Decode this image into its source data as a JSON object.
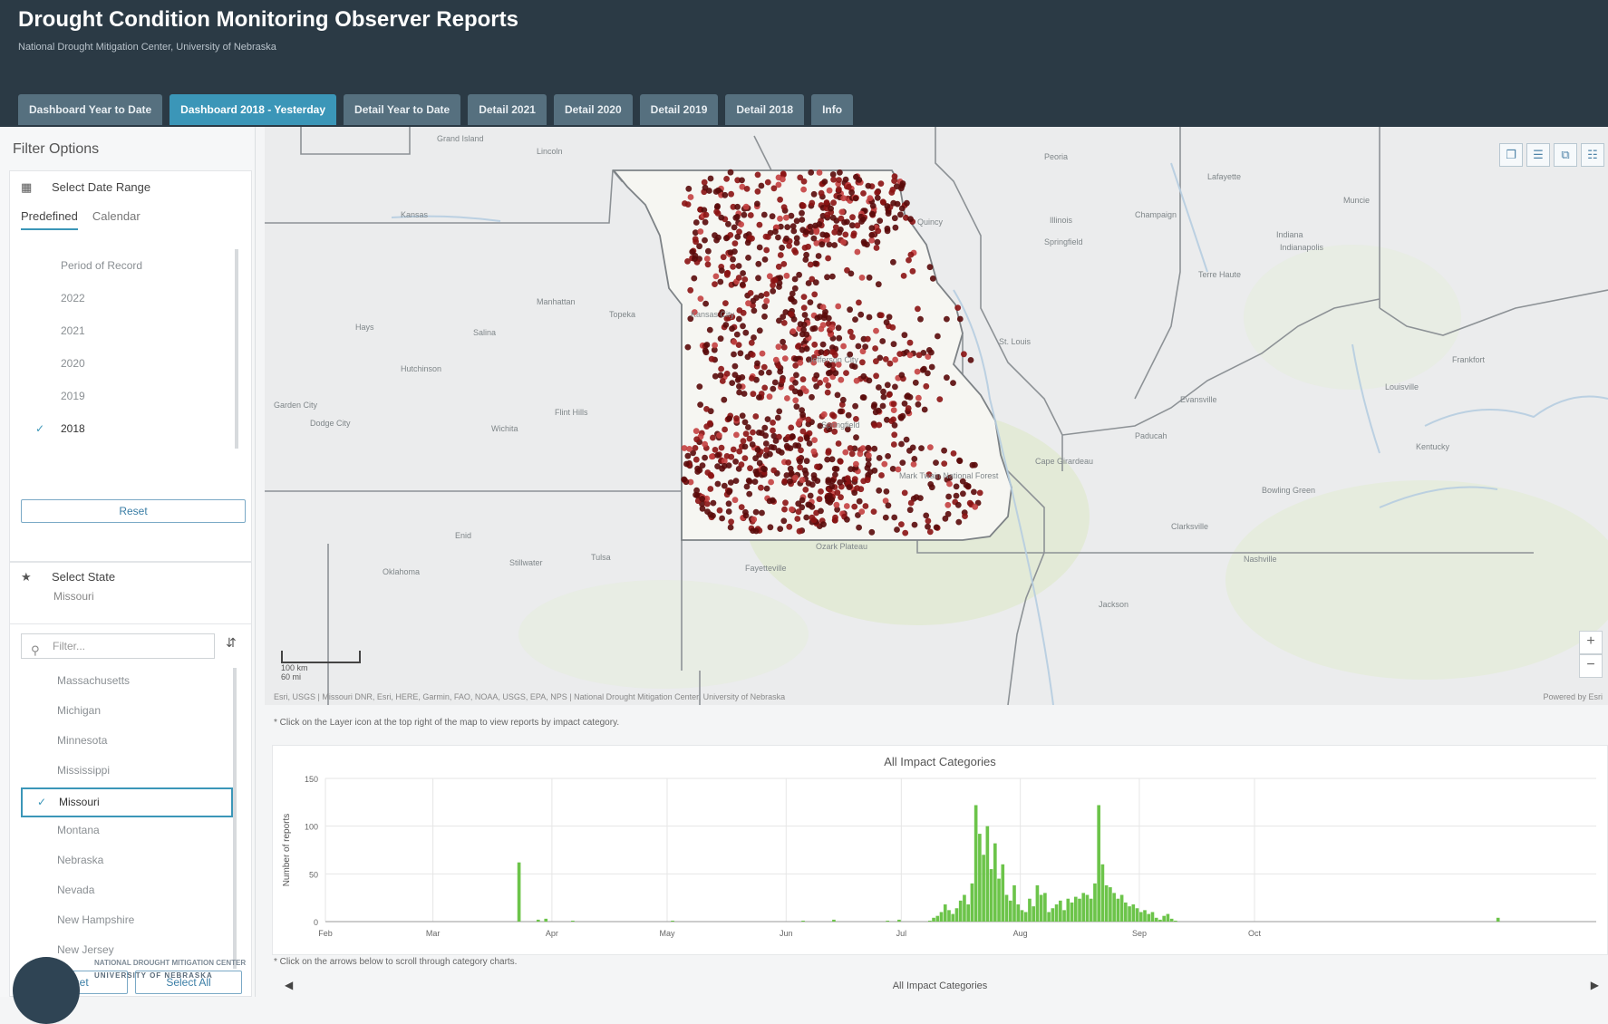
{
  "header": {
    "title": "Drought Condition Monitoring Observer Reports",
    "subtitle": "National Drought Mitigation Center, University of Nebraska",
    "tabs": [
      {
        "label": "Dashboard Year to Date",
        "active": false
      },
      {
        "label": "Dashboard 2018 - Yesterday",
        "active": true
      },
      {
        "label": "Detail Year to Date",
        "active": false
      },
      {
        "label": "Detail 2021",
        "active": false
      },
      {
        "label": "Detail 2020",
        "active": false
      },
      {
        "label": "Detail 2019",
        "active": false
      },
      {
        "label": "Detail 2018",
        "active": false
      },
      {
        "label": "Info",
        "active": false
      }
    ]
  },
  "sidebar": {
    "title": "Filter Options",
    "date_range": {
      "heading": "Select Date Range",
      "tabs": [
        "Predefined",
        "Calendar"
      ],
      "items": [
        "Period of Record",
        "2022",
        "2021",
        "2020",
        "2019",
        "2018"
      ],
      "selected": "2018",
      "reset_label": "Reset"
    },
    "state": {
      "heading": "Select State",
      "value": "Missouri",
      "search_placeholder": "Filter...",
      "items": [
        "Massachusetts",
        "Michigan",
        "Minnesota",
        "Mississippi",
        "Missouri",
        "Montana",
        "Nebraska",
        "Nevada",
        "New Hampshire",
        "New Jersey"
      ],
      "selected": "Missouri",
      "reset_label": "Reset",
      "select_all_label": "Select All"
    },
    "logo": {
      "line1": "NATIONAL DROUGHT MITIGATION CENTER",
      "line2": "UNIVERSITY OF NEBRASKA"
    }
  },
  "map": {
    "labels": {
      "lincoln": "Lincoln",
      "kansas": "Kansas",
      "topeka": "Topeka",
      "manhattan": "Manhattan",
      "hays": "Hays",
      "salina": "Salina",
      "wichita": "Wichita",
      "hutchinson": "Hutchinson",
      "dodge_city": "Dodge City",
      "garden_city": "Garden City",
      "flint_hills": "Flint Hills",
      "oklahoma": "Oklahoma",
      "tulsa": "Tulsa",
      "enid": "Enid",
      "stillwater": "Stillwater",
      "ozark_plateau": "Ozark Plateau",
      "mark_twain": "Mark Twain National Forest",
      "st_louis": "St. Louis",
      "springfield_il": "Springfield",
      "illinois": "Illinois",
      "peoria": "Peoria",
      "champaign": "Champaign",
      "terre_haute": "Terre Haute",
      "indiana": "Indiana",
      "indianapolis": "Indianapolis",
      "louisville": "Louisville",
      "evansville": "Evansville",
      "kentucky": "Kentucky",
      "bowling_green": "Bowling Green",
      "nashville": "Nashville",
      "jackson": "Jackson",
      "paducah": "Paducah",
      "cape_girardeau": "Cape Girardeau",
      "fayetteville": "Fayetteville",
      "springfield_mo": "Springfield",
      "quincy": "Quincy",
      "grand_island": "Grand Island",
      "lafayette": "Lafayette",
      "muncie": "Muncie",
      "frankfort": "Frankfort",
      "clarksville": "Clarksville",
      "jefferson_city": "Jefferson City",
      "kansas_city": "Kansas City"
    },
    "tools": [
      "document-icon",
      "list-icon",
      "layers-icon",
      "grid-icon"
    ],
    "zoom_in": "+",
    "zoom_out": "−",
    "scale_km": "100 km",
    "scale_mi": "60 mi",
    "attribution": "Esri, USGS | Missouri DNR, Esri, HERE, Garmin, FAO, NOAA, USGS, EPA, NPS | National Drought Mitigation Center, University of Nebraska",
    "powered_by": "Powered by Esri",
    "colors": {
      "dark": "#5a0a0a",
      "mid": "#8b1313",
      "light": "#c44040"
    },
    "note": "* Click on the Layer icon at the top right of the map to view reports by impact category."
  },
  "chart_data": {
    "type": "bar",
    "title": "All Impact Categories",
    "ylabel": "Number of reports",
    "xlabel": "",
    "ylim": [
      0,
      150
    ],
    "yticks": [
      0,
      50,
      100,
      150
    ],
    "month_labels": [
      "Feb",
      "Mar",
      "Apr",
      "May",
      "Jun",
      "Jul",
      "Aug",
      "Sep",
      "Oct"
    ],
    "x_start": "2018-02-01",
    "values": [
      0,
      0,
      0,
      0,
      0,
      0,
      0,
      0,
      0,
      0,
      0,
      0,
      0,
      0,
      0,
      0,
      0,
      0,
      0,
      0,
      0,
      0,
      0,
      0,
      0,
      0,
      0,
      0,
      0,
      0,
      0,
      0,
      0,
      0,
      0,
      0,
      0,
      0,
      0,
      0,
      0,
      0,
      0,
      0,
      0,
      0,
      0,
      0,
      0,
      0,
      62,
      0,
      0,
      0,
      0,
      2,
      0,
      3,
      0,
      0,
      0,
      0,
      0,
      0,
      1,
      0,
      0,
      0,
      0,
      0,
      0,
      0,
      0,
      0,
      0,
      0,
      0,
      0,
      0,
      0,
      0,
      0,
      0,
      0,
      0,
      0,
      0,
      0,
      0,
      0,
      1,
      0,
      0,
      0,
      0,
      0,
      0,
      0,
      0,
      0,
      0,
      0,
      0,
      0,
      0,
      0,
      0,
      0,
      0,
      0,
      0,
      0,
      0,
      0,
      0,
      0,
      0,
      0,
      0,
      0,
      0,
      0,
      0,
      0,
      1,
      0,
      0,
      0,
      0,
      0,
      0,
      0,
      2,
      0,
      0,
      0,
      0,
      0,
      0,
      0,
      0,
      0,
      0,
      0,
      0,
      0,
      1,
      0,
      0,
      2,
      0,
      0,
      0,
      0,
      0,
      0,
      0,
      1,
      4,
      6,
      10,
      18,
      12,
      8,
      14,
      22,
      28,
      18,
      40,
      122,
      92,
      70,
      100,
      55,
      82,
      45,
      60,
      28,
      22,
      38,
      18,
      12,
      10,
      24,
      16,
      38,
      28,
      30,
      10,
      14,
      18,
      22,
      12,
      24,
      20,
      26,
      24,
      30,
      28,
      24,
      40,
      122,
      60,
      38,
      36,
      30,
      24,
      28,
      20,
      16,
      18,
      14,
      10,
      12,
      8,
      10,
      4,
      2,
      6,
      8,
      3,
      1,
      0,
      0,
      0,
      0,
      0,
      0,
      0,
      0,
      0,
      0,
      0,
      0,
      0,
      0,
      0,
      0,
      0,
      0,
      0,
      0,
      0,
      0,
      0,
      0,
      0,
      0,
      0,
      0,
      0,
      0,
      0,
      0,
      0,
      0,
      0,
      0,
      0,
      0,
      0,
      0,
      0,
      0,
      0,
      0,
      0,
      0,
      0,
      0,
      0,
      0,
      0,
      0,
      0,
      0,
      0,
      0,
      0,
      0,
      0,
      0,
      0,
      0,
      0,
      0,
      0,
      0,
      0,
      0,
      0,
      0,
      0,
      0,
      0,
      0,
      0,
      0,
      0,
      0,
      0,
      0,
      0,
      0,
      0,
      4,
      0,
      0,
      0,
      0,
      0,
      0,
      0,
      0,
      0,
      0,
      0,
      0,
      0,
      0,
      0,
      0,
      0,
      0,
      0,
      0,
      0,
      0,
      0,
      0,
      0
    ],
    "colors": {
      "bar": "#6cc44a",
      "grid": "#e6e6e6"
    },
    "note": "* Click on the arrows below to scroll through category charts.",
    "nav_label": "All Impact Categories"
  }
}
